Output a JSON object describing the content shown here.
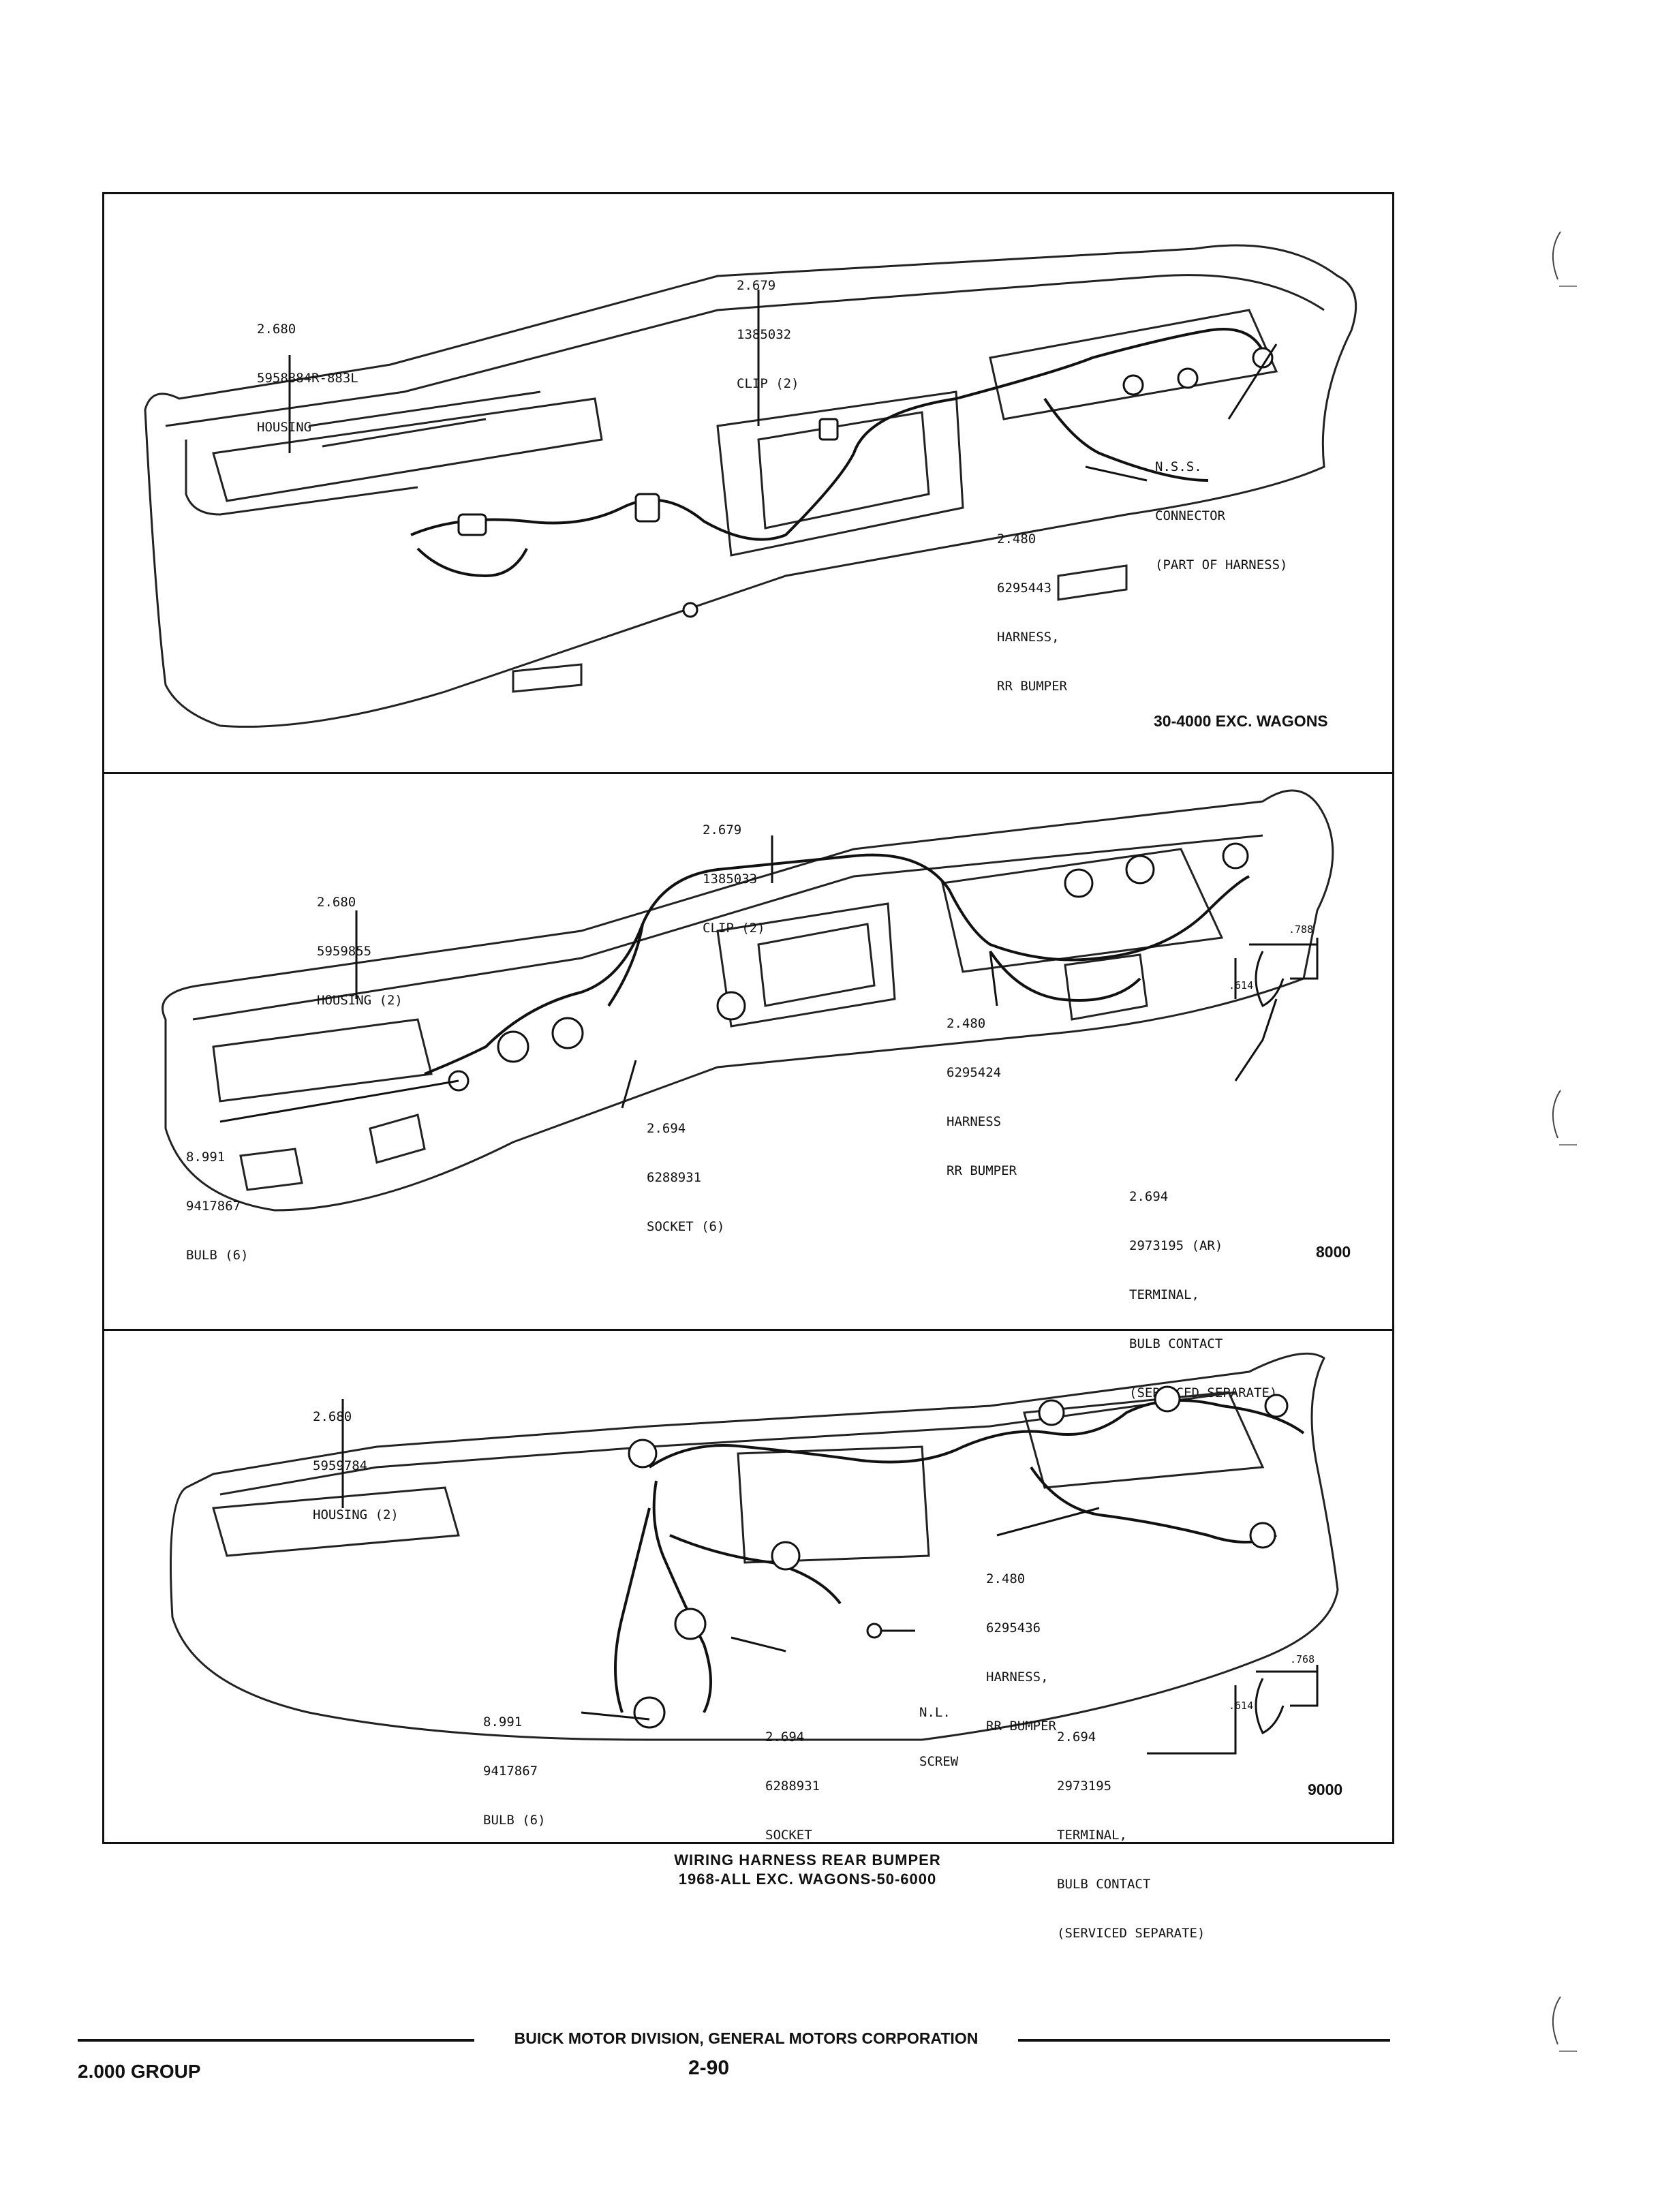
{
  "panels": [
    {
      "id": "30-4000",
      "label": "30-4000 EXC. WAGONS",
      "callouts": [
        {
          "lines": [
            "2.680",
            "5958884R-883L",
            "HOUSING"
          ]
        },
        {
          "lines": [
            "2.679",
            "1385032",
            "CLIP (2)"
          ]
        },
        {
          "lines": [
            "N.S.S.",
            "CONNECTOR",
            "(PART OF HARNESS)"
          ]
        },
        {
          "lines": [
            "2.480",
            "6295443",
            "HARNESS,",
            "RR BUMPER"
          ]
        }
      ]
    },
    {
      "id": "8000",
      "label": "8000",
      "callouts": [
        {
          "lines": [
            "2.679",
            "1385033",
            "CLIP (2)"
          ]
        },
        {
          "lines": [
            "2.680",
            "5959855",
            "HOUSING (2)"
          ]
        },
        {
          "lines": [
            "2.480",
            "6295424",
            "HARNESS",
            "RR BUMPER"
          ]
        },
        {
          "lines": [
            "2.694",
            "6288931",
            "SOCKET (6)"
          ]
        },
        {
          "lines": [
            "8.991",
            "9417867",
            "BULB (6)"
          ]
        },
        {
          "lines": [
            "2.694",
            "2973195 (AR)",
            "TERMINAL,",
            "BULB CONTACT",
            "(SERVICED SEPARATE)"
          ]
        }
      ],
      "dims": {
        "width": ".788",
        "height": ".614"
      }
    },
    {
      "id": "9000",
      "label": "9000",
      "callouts": [
        {
          "lines": [
            "2.680",
            "5959784",
            "HOUSING (2)"
          ]
        },
        {
          "lines": [
            "2.480",
            "6295436",
            "HARNESS,",
            "RR BUMPER"
          ]
        },
        {
          "lines": [
            "N.L.",
            "SCREW"
          ]
        },
        {
          "lines": [
            "8.991",
            "9417867",
            "BULB (6)"
          ]
        },
        {
          "lines": [
            "2.694",
            "6288931",
            "SOCKET"
          ]
        },
        {
          "lines": [
            "2.694",
            "2973195",
            "TERMINAL,",
            "BULB CONTACT",
            "(SERVICED SEPARATE)"
          ]
        }
      ],
      "dims": {
        "width": ".768",
        "height": ".614"
      }
    }
  ],
  "caption": {
    "line1": "WIRING HARNESS REAR BUMPER",
    "line2": "1968-ALL EXC. WAGONS-50-6000"
  },
  "footer": {
    "division": "BUICK MOTOR DIVISION, GENERAL MOTORS CORPORATION",
    "group": "2.000 GROUP",
    "page": "2-90"
  }
}
